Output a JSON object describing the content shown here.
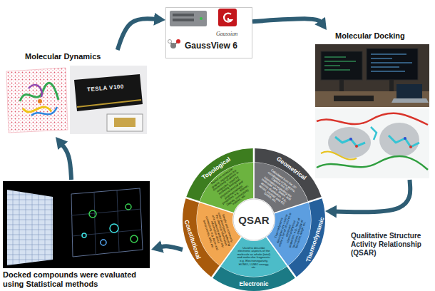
{
  "diagram": {
    "nodes": [
      {
        "text": [
          "Molecular Dynamics"
        ]
      },
      {
        "text": [
          "Gaussian",
          "GaussView 6"
        ]
      },
      {
        "text": [
          "Molecular Docking"
        ]
      },
      {
        "text": [
          "QSAR",
          "Qualitative Structure Activity Relationship (QSAR)"
        ]
      },
      {
        "text": [
          "Topological",
          "Based on molecular graphs, represents the connectivity of atoms in molecules. Used for modeling biological, physicochemical and pharmacokinetic properties. e.g., Wiener, Zagreb, connectivity indices, etc."
        ],
        "in": 3
      },
      {
        "text": [
          "Geometrical",
          "Calculated from the 3D coordinates of the atoms. Capture the 3D information regarding the molecular size, shape, and atomic distribution. e.g., WHIM, MoRSE and G3, GMMI, etc."
        ],
        "in": 3
      },
      {
        "text": [
          "Thermodynamic",
          "Thermodynamic descriptors are used to relate a set of structures to observed chemical/physical properties. e.g., heat of formation, enthalpy of formation, AlogP, etc."
        ],
        "in": 3
      },
      {
        "text": [
          "Electronic",
          "Used to describe electronic aspects of the molecule as whole (total) and molecular fragments. e.g. Electronegativity, HOMO, LUMO energy, etc."
        ],
        "in": 3
      },
      {
        "text": [
          "Constitutional",
          "Simple and commonly used descriptors reflecting the chemical information of a molecule without any information about connectivity. e.g. Atom and bond counts, MW, etc."
        ],
        "in": 3
      },
      {
        "text": [
          "Docked compounds were evaluated using Statistical methods"
        ]
      }
    ],
    "edges": [
      {
        "from": 0,
        "to": 1,
        "arrow": "to"
      },
      {
        "from": 1,
        "to": 2,
        "arrow": "to"
      },
      {
        "from": 2,
        "to": 3,
        "arrow": "to"
      },
      {
        "from": 3,
        "to": 9,
        "arrow": "to"
      },
      {
        "from": 9,
        "to": 0,
        "arrow": "to"
      }
    ],
    "labels": [
      "TESLA V100"
    ]
  }
}
